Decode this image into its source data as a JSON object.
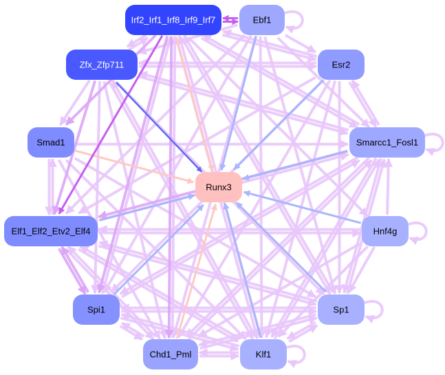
{
  "title": "Gene regulatory network",
  "colors": {
    "edge_light": "#e8c6fb",
    "edge_mid": "#dca6f7",
    "edge_strong": "#c55ef0",
    "edge_to_target_blue": "#a9b6fb",
    "edge_to_target_salmon": "#ffc9c2",
    "edge_dark_blue": "#5b6af0",
    "target_fill": "#ffc0c0"
  },
  "nodes": [
    {
      "id": "irf",
      "label": "Irf2_Irf1_Irf8_Irf9_Irf7",
      "fill": "#3344ff",
      "text_color": "#ffffff"
    },
    {
      "id": "ebf1",
      "label": "Ebf1",
      "fill": "#9ea8ff",
      "text_color": "#000000"
    },
    {
      "id": "zfx",
      "label": "Zfx_Zfp711",
      "fill": "#4a58ff",
      "text_color": "#ffffff"
    },
    {
      "id": "esr2",
      "label": "Esr2",
      "fill": "#8f9bff",
      "text_color": "#000000"
    },
    {
      "id": "smad1",
      "label": "Smad1",
      "fill": "#7f8cff",
      "text_color": "#000000"
    },
    {
      "id": "smarcc1",
      "label": "Smarcc1_Fosl1",
      "fill": "#9ea8ff",
      "text_color": "#000000"
    },
    {
      "id": "runx3",
      "label": "Runx3",
      "fill": "#ffc0c0",
      "text_color": "#000000"
    },
    {
      "id": "elf1",
      "label": "Elf1_Elf2_Etv2_Elf4",
      "fill": "#7f8cff",
      "text_color": "#000000"
    },
    {
      "id": "hnf4g",
      "label": "Hnf4g",
      "fill": "#a8b1ff",
      "text_color": "#000000"
    },
    {
      "id": "spi1",
      "label": "Spi1",
      "fill": "#8591ff",
      "text_color": "#000000"
    },
    {
      "id": "sp1",
      "label": "Sp1",
      "fill": "#a8b1ff",
      "text_color": "#000000"
    },
    {
      "id": "chd1",
      "label": "Chd1_Pml",
      "fill": "#9aa4ff",
      "text_color": "#000000"
    },
    {
      "id": "klf1",
      "label": "Klf1",
      "fill": "#a8b1ff",
      "text_color": "#000000"
    }
  ],
  "edges": [
    {
      "from": "irf",
      "to": "runx3",
      "style": "salmon"
    },
    {
      "from": "ebf1",
      "to": "runx3",
      "style": "blue"
    },
    {
      "from": "zfx",
      "to": "runx3",
      "style": "darkblue"
    },
    {
      "from": "esr2",
      "to": "runx3",
      "style": "blue"
    },
    {
      "from": "smad1",
      "to": "runx3",
      "style": "salmon"
    },
    {
      "from": "smarcc1",
      "to": "runx3",
      "style": "blue"
    },
    {
      "from": "elf1",
      "to": "runx3",
      "style": "blue"
    },
    {
      "from": "hnf4g",
      "to": "runx3",
      "style": "blue"
    },
    {
      "from": "spi1",
      "to": "runx3",
      "style": "blue"
    },
    {
      "from": "sp1",
      "to": "runx3",
      "style": "blue"
    },
    {
      "from": "chd1",
      "to": "runx3",
      "style": "salmon"
    },
    {
      "from": "klf1",
      "to": "runx3",
      "style": "blue"
    },
    {
      "from": "irf",
      "to": "ebf1",
      "style": "strong"
    },
    {
      "from": "ebf1",
      "to": "irf",
      "style": "strong"
    },
    {
      "from": "irf",
      "to": "zfx",
      "style": "light"
    },
    {
      "from": "zfx",
      "to": "irf",
      "style": "light"
    },
    {
      "from": "irf",
      "to": "elf1",
      "style": "strong"
    },
    {
      "from": "irf",
      "to": "smad1",
      "style": "mid"
    },
    {
      "from": "irf",
      "to": "spi1",
      "style": "mid"
    },
    {
      "from": "irf",
      "to": "chd1",
      "style": "mid"
    },
    {
      "from": "irf",
      "to": "klf1",
      "style": "light"
    },
    {
      "from": "irf",
      "to": "sp1",
      "style": "light"
    },
    {
      "from": "irf",
      "to": "smarcc1",
      "style": "light"
    },
    {
      "from": "irf",
      "to": "esr2",
      "style": "light"
    },
    {
      "from": "irf",
      "to": "hnf4g",
      "style": "light"
    },
    {
      "from": "zfx",
      "to": "elf1",
      "style": "mid"
    },
    {
      "from": "zfx",
      "to": "smad1",
      "style": "light"
    },
    {
      "from": "zfx",
      "to": "spi1",
      "style": "light"
    },
    {
      "from": "zfx",
      "to": "chd1",
      "style": "light"
    },
    {
      "from": "zfx",
      "to": "klf1",
      "style": "light"
    },
    {
      "from": "zfx",
      "to": "sp1",
      "style": "light"
    },
    {
      "from": "zfx",
      "to": "smarcc1",
      "style": "light"
    },
    {
      "from": "zfx",
      "to": "esr2",
      "style": "light"
    },
    {
      "from": "ebf1",
      "to": "esr2",
      "style": "light"
    },
    {
      "from": "ebf1",
      "to": "smarcc1",
      "style": "light"
    },
    {
      "from": "ebf1",
      "to": "elf1",
      "style": "light"
    },
    {
      "from": "ebf1",
      "to": "spi1",
      "style": "light"
    },
    {
      "from": "ebf1",
      "to": "chd1",
      "style": "light"
    },
    {
      "from": "ebf1",
      "to": "klf1",
      "style": "light"
    },
    {
      "from": "ebf1",
      "to": "sp1",
      "style": "light"
    },
    {
      "from": "ebf1",
      "to": "zfx",
      "style": "light"
    },
    {
      "from": "esr2",
      "to": "smarcc1",
      "style": "light"
    },
    {
      "from": "smarcc1",
      "to": "esr2",
      "style": "light"
    },
    {
      "from": "esr2",
      "to": "irf",
      "style": "light"
    },
    {
      "from": "esr2",
      "to": "elf1",
      "style": "light"
    },
    {
      "from": "esr2",
      "to": "spi1",
      "style": "light"
    },
    {
      "from": "esr2",
      "to": "chd1",
      "style": "light"
    },
    {
      "from": "esr2",
      "to": "klf1",
      "style": "light"
    },
    {
      "from": "esr2",
      "to": "sp1",
      "style": "light"
    },
    {
      "from": "esr2",
      "to": "zfx",
      "style": "light"
    },
    {
      "from": "smad1",
      "to": "elf1",
      "style": "light"
    },
    {
      "from": "elf1",
      "to": "smad1",
      "style": "light"
    },
    {
      "from": "smad1",
      "to": "smarcc1",
      "style": "light"
    },
    {
      "from": "smad1",
      "to": "sp1",
      "style": "light"
    },
    {
      "from": "smad1",
      "to": "klf1",
      "style": "light"
    },
    {
      "from": "smad1",
      "to": "chd1",
      "style": "light"
    },
    {
      "from": "smarcc1",
      "to": "elf1",
      "style": "mid"
    },
    {
      "from": "smarcc1",
      "to": "spi1",
      "style": "light"
    },
    {
      "from": "smarcc1",
      "to": "chd1",
      "style": "light"
    },
    {
      "from": "smarcc1",
      "to": "klf1",
      "style": "light"
    },
    {
      "from": "smarcc1",
      "to": "sp1",
      "style": "light"
    },
    {
      "from": "smarcc1",
      "to": "zfx",
      "style": "light"
    },
    {
      "from": "smarcc1",
      "to": "irf",
      "style": "light"
    },
    {
      "from": "hnf4g",
      "to": "smarcc1",
      "style": "light"
    },
    {
      "from": "hnf4g",
      "to": "sp1",
      "style": "light"
    },
    {
      "from": "hnf4g",
      "to": "elf1",
      "style": "light"
    },
    {
      "from": "hnf4g",
      "to": "chd1",
      "style": "light"
    },
    {
      "from": "hnf4g",
      "to": "klf1",
      "style": "light"
    },
    {
      "from": "elf1",
      "to": "spi1",
      "style": "mid"
    },
    {
      "from": "spi1",
      "to": "elf1",
      "style": "mid"
    },
    {
      "from": "elf1",
      "to": "sp1",
      "style": "light"
    },
    {
      "from": "elf1",
      "to": "klf1",
      "style": "light"
    },
    {
      "from": "elf1",
      "to": "chd1",
      "style": "light"
    },
    {
      "from": "elf1",
      "to": "smarcc1",
      "style": "light"
    },
    {
      "from": "elf1",
      "to": "hnf4g",
      "style": "light"
    },
    {
      "from": "spi1",
      "to": "chd1",
      "style": "light"
    },
    {
      "from": "chd1",
      "to": "spi1",
      "style": "light"
    },
    {
      "from": "spi1",
      "to": "sp1",
      "style": "light"
    },
    {
      "from": "spi1",
      "to": "klf1",
      "style": "light"
    },
    {
      "from": "spi1",
      "to": "smarcc1",
      "style": "light"
    },
    {
      "from": "spi1",
      "to": "irf",
      "style": "light"
    },
    {
      "from": "sp1",
      "to": "elf1",
      "style": "light"
    },
    {
      "from": "sp1",
      "to": "spi1",
      "style": "light"
    },
    {
      "from": "sp1",
      "to": "klf1",
      "style": "light"
    },
    {
      "from": "sp1",
      "to": "chd1",
      "style": "light"
    },
    {
      "from": "sp1",
      "to": "smarcc1",
      "style": "light"
    },
    {
      "from": "sp1",
      "to": "irf",
      "style": "light"
    },
    {
      "from": "chd1",
      "to": "klf1",
      "style": "light"
    },
    {
      "from": "klf1",
      "to": "chd1",
      "style": "light"
    },
    {
      "from": "chd1",
      "to": "sp1",
      "style": "light"
    },
    {
      "from": "chd1",
      "to": "smarcc1",
      "style": "light"
    },
    {
      "from": "chd1",
      "to": "elf1",
      "style": "light"
    },
    {
      "from": "chd1",
      "to": "irf",
      "style": "light"
    },
    {
      "from": "klf1",
      "to": "sp1",
      "style": "light"
    },
    {
      "from": "klf1",
      "to": "elf1",
      "style": "light"
    },
    {
      "from": "klf1",
      "to": "spi1",
      "style": "light"
    },
    {
      "from": "klf1",
      "to": "smarcc1",
      "style": "light"
    },
    {
      "from": "klf1",
      "to": "irf",
      "style": "light"
    },
    {
      "from": "klf1",
      "to": "zfx",
      "style": "light"
    },
    {
      "from": "ebf1",
      "to": "ebf1",
      "style": "light"
    },
    {
      "from": "smarcc1",
      "to": "smarcc1",
      "style": "light"
    },
    {
      "from": "hnf4g",
      "to": "hnf4g",
      "style": "light"
    },
    {
      "from": "sp1",
      "to": "sp1",
      "style": "light"
    },
    {
      "from": "klf1",
      "to": "klf1",
      "style": "light"
    }
  ]
}
